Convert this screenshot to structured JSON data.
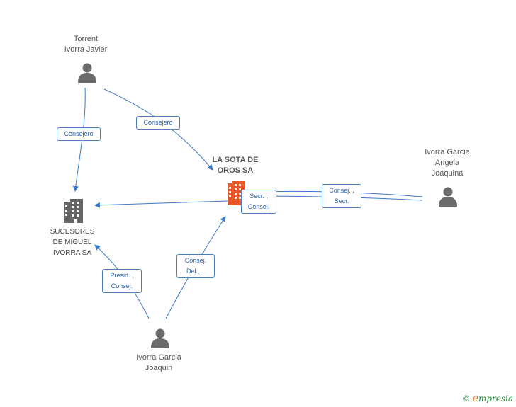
{
  "nodes": {
    "torrent": {
      "label_line1": "Torrent",
      "label_line2": "Ivorra Javier",
      "icon": "person-icon"
    },
    "sota": {
      "label_line1": "LA SOTA DE",
      "label_line2": "OROS SA",
      "icon": "building-icon",
      "color": "#e8562a"
    },
    "sucesores": {
      "label_line1": "SUCESORES",
      "label_line2": "DE MIGUEL",
      "label_line3": "IVORRA SA",
      "icon": "building-icon",
      "color": "#666666"
    },
    "angela": {
      "label_line1": "Ivorra Garcia",
      "label_line2": "Angela",
      "label_line3": "Joaquina",
      "icon": "person-icon"
    },
    "joaquin": {
      "label_line1": "Ivorra Garcia",
      "label_line2": "Joaquin",
      "icon": "person-icon"
    }
  },
  "edges": {
    "torrent_sucesores": {
      "line1": "Consejero"
    },
    "torrent_sota": {
      "line1": "Consejero"
    },
    "sota_sucesores": {
      "line1": "Secr. ,",
      "line2": "Consej."
    },
    "angela_sota": {
      "line1": "Consej. ,",
      "line2": "Secr."
    },
    "joaquin_sucesores": {
      "line1": "Presid. ,",
      "line2": "Consej."
    },
    "joaquin_sota": {
      "line1": "Consej.",
      "line2": "Del.,..."
    }
  },
  "colors": {
    "edge": "#3a78c9",
    "person": "#6b6b6b"
  },
  "footer": {
    "copyright": "©",
    "brand_initial": "e",
    "brand_rest": "mpresia"
  }
}
